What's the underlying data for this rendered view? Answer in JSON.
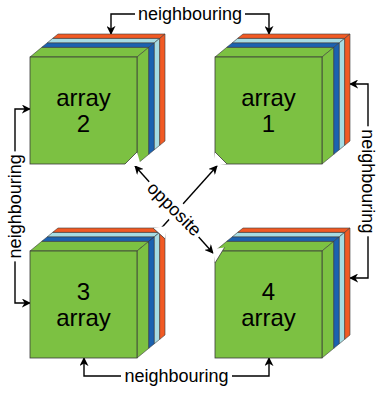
{
  "diagram": {
    "nodes": [
      {
        "text": [
          "array 2"
        ]
      },
      {
        "text": [
          "array 1"
        ]
      },
      {
        "text": [
          "3 array"
        ]
      },
      {
        "text": [
          "4 array"
        ]
      }
    ],
    "edges": [
      {
        "from": 0,
        "to": 1,
        "arrow": "both",
        "label": "neighbouring"
      },
      {
        "from": 1,
        "to": 3,
        "arrow": "both",
        "label": "neighbouring"
      },
      {
        "from": 3,
        "to": 2,
        "arrow": "both",
        "label": "neighbouring"
      },
      {
        "from": 2,
        "to": 0,
        "arrow": "both",
        "label": "neighbouring"
      },
      {
        "from": 0,
        "to": 3,
        "arrow": "both",
        "label": "opposite"
      },
      {
        "from": 1,
        "to": 2,
        "arrow": "both"
      }
    ]
  }
}
